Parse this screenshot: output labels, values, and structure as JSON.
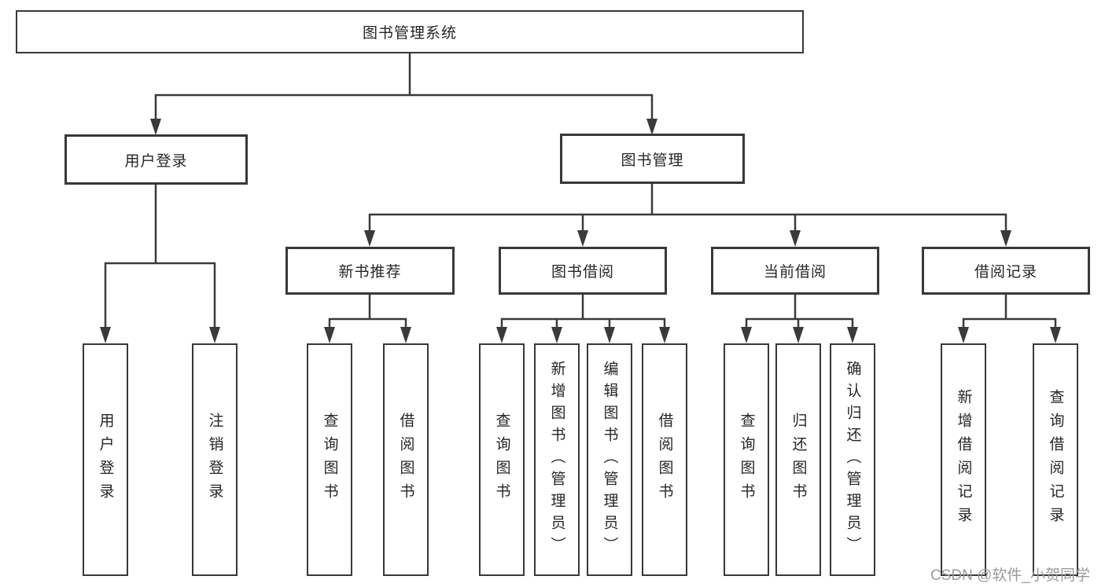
{
  "root": {
    "label": "图书管理系统"
  },
  "level2": {
    "user_login": "用户登录",
    "book_management": "图书管理"
  },
  "level3": {
    "new_books": "新书推荐",
    "book_borrow": "图书借阅",
    "current_borrow": "当前借阅",
    "borrow_records": "借阅记录"
  },
  "level4": {
    "user_login": [
      "用户登录",
      "注销登录"
    ],
    "new_books": [
      "查询图书",
      "借阅图书"
    ],
    "book_borrow": [
      "查询图书",
      "新增图书（管理员）",
      "编辑图书（管理员）",
      "借阅图书"
    ],
    "current_borrow": [
      "查询图书",
      "归还图书",
      "确认归还（管理员）"
    ],
    "borrow_records": [
      "新增借阅记录",
      "查询借阅记录"
    ]
  },
  "watermark": "CSDN @软件_小贺同学",
  "colors": {
    "line": "#3a3a3a",
    "box_border": "#383838",
    "text": "#262626",
    "watermark": "#9b9b9b",
    "background": "#ffffff"
  }
}
